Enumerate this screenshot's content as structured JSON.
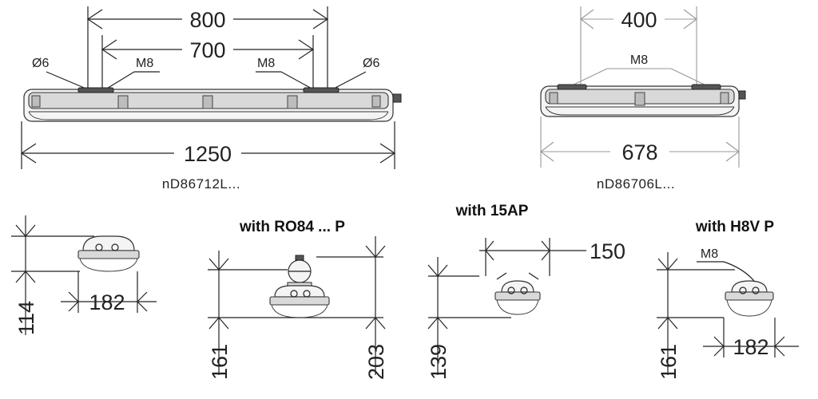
{
  "long_view": {
    "dim_800": "800",
    "dim_700": "700",
    "dim_1250": "1250",
    "label_d6_left": "Ø6",
    "label_m8_left": "M8",
    "label_m8_right": "M8",
    "label_d6_right": "Ø6",
    "model": "nD86712L..."
  },
  "short_view": {
    "dim_400": "400",
    "dim_678": "678",
    "label_m8": "M8",
    "model": "nD86706L..."
  },
  "section_plain": {
    "dim_height": "114",
    "dim_width": "182"
  },
  "section_ro84": {
    "caption": "with RO84 ... P",
    "dim_height_left": "161",
    "dim_height_right": "203"
  },
  "section_15ap": {
    "caption": "with 15AP",
    "dim_width": "150",
    "dim_height": "139"
  },
  "section_h8v": {
    "caption": "with H8V P",
    "label_m8": "M8",
    "dim_height": "161",
    "dim_width": "182"
  }
}
